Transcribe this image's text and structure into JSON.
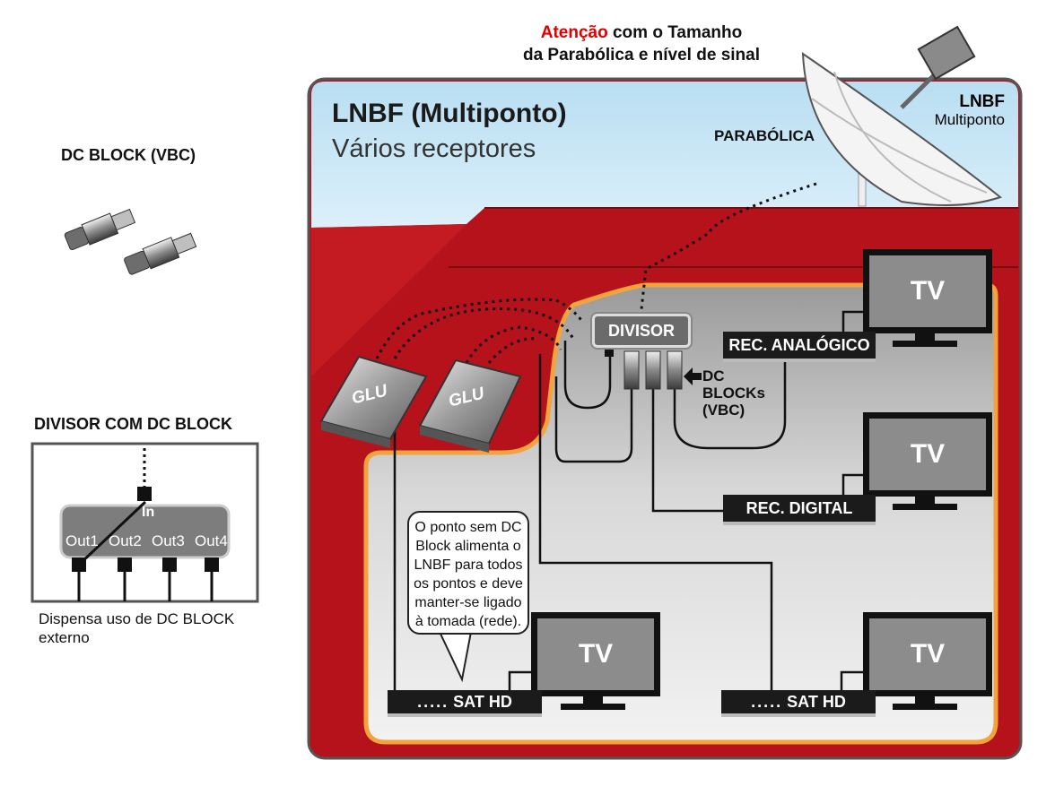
{
  "warning": {
    "highlight": "Atenção",
    "line1_rest": " com o Tamanho",
    "line2": "da Parabólica e nível de sinal"
  },
  "house": {
    "title": "LNBF (Multiponto)",
    "subtitle": "Vários receptores"
  },
  "dish": {
    "label": "PARABÓLICA",
    "lnbf_line1": "LNBF",
    "lnbf_line2": "Multiponto"
  },
  "divisor_label": "DIVISOR",
  "dc_blocks_label": {
    "line1": "DC",
    "line2": "BLOCKs",
    "line3": "(VBC)"
  },
  "glu_label": "GLU",
  "receivers": {
    "analog": "REC. ANALÓGICO",
    "digital": "REC. DIGITAL",
    "sat_hd": "SAT HD",
    "sat_dots": "....."
  },
  "tv_label": "TV",
  "bubble_text": "O ponto sem DC Block alimenta o LNBF para todos os pontos e deve manter-se ligado à tomada (rede).",
  "dc_block_title": "DC BLOCK (VBC)",
  "splitter": {
    "title": "DIVISOR COM DC BLOCK",
    "in_label": "In",
    "outputs": [
      "Out1",
      "Out2",
      "Out3",
      "Out4"
    ],
    "note_line1": "Dispensa uso de DC BLOCK",
    "note_line2": "externo"
  },
  "colors": {
    "sky": "#c5e4f5",
    "roof": "#b5121b",
    "floor_edge": "#f3a33b",
    "warning": "#e00000"
  }
}
